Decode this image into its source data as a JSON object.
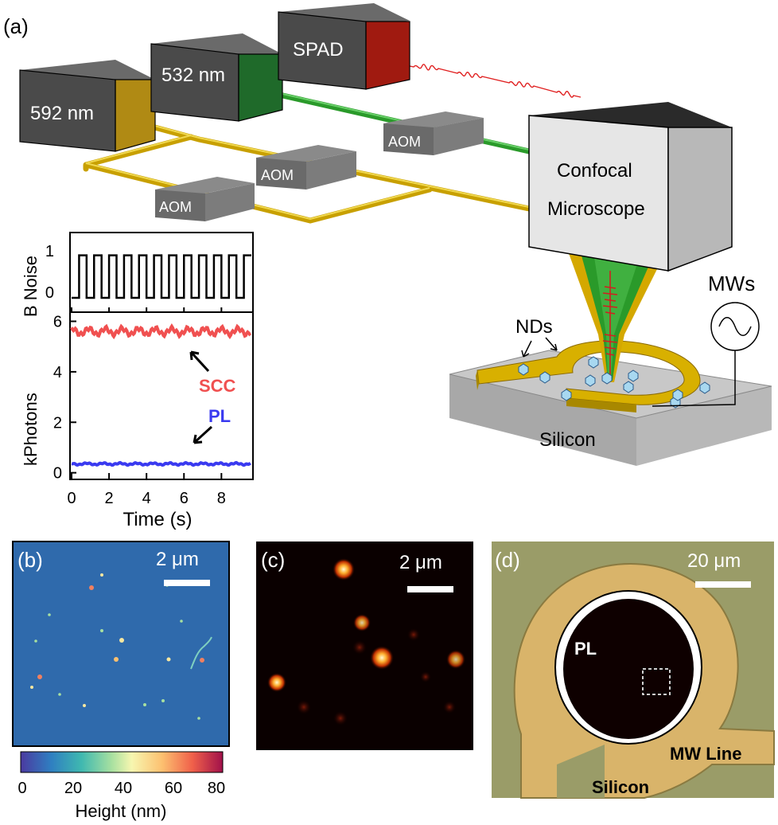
{
  "panel_a": {
    "label": "(a)",
    "laser_592": "592 nm",
    "laser_532": "532 nm",
    "spad": "SPAD",
    "aom": "AOM",
    "microscope_line1": "Confocal",
    "microscope_line2": "Microscope",
    "mws": "MWs",
    "nds": "NDs",
    "silicon": "Silicon",
    "colors": {
      "green": "#2a9a2a",
      "gold": "#c8a000",
      "red": "#d42020",
      "box": "#505050"
    }
  },
  "panel_b": {
    "label": "(b)",
    "scalebar": "2 μm",
    "colorbar_ticks": [
      "0",
      "20",
      "40",
      "60",
      "80"
    ],
    "colorbar_label": "Height (nm)"
  },
  "panel_c": {
    "label": "(c)",
    "scalebar": "2 μm"
  },
  "panel_d": {
    "label": "(d)",
    "scalebar": "20 μm",
    "pl": "PL",
    "mw_line": "MW Line",
    "silicon": "Silicon"
  },
  "chart_data": [
    {
      "type": "line",
      "title": "",
      "xlabel": "",
      "ylabel": "B Noise",
      "yticks": [
        "1",
        "0"
      ],
      "xlim": [
        0,
        9.6
      ],
      "ylim": [
        -0.3,
        1.5
      ],
      "series": [
        {
          "name": "",
          "color": "#000000",
          "shape": "square wave",
          "period_s": 0.8,
          "low": 0,
          "high": 1
        }
      ]
    },
    {
      "type": "line",
      "title": "",
      "xlabel": "Time (s)",
      "ylabel": "kPhotons",
      "xticks": [
        "0",
        "2",
        "4",
        "6",
        "8"
      ],
      "yticks": [
        "0",
        "2",
        "4",
        "6"
      ],
      "xlim": [
        0,
        9.6
      ],
      "ylim": [
        -0.2,
        6.3
      ],
      "series": [
        {
          "name": "SCC",
          "color": "#f05050",
          "mean": 5.6,
          "ripple": 0.2
        },
        {
          "name": "PL",
          "color": "#3a3af0",
          "mean": 0.35,
          "ripple": 0.05
        }
      ]
    }
  ]
}
